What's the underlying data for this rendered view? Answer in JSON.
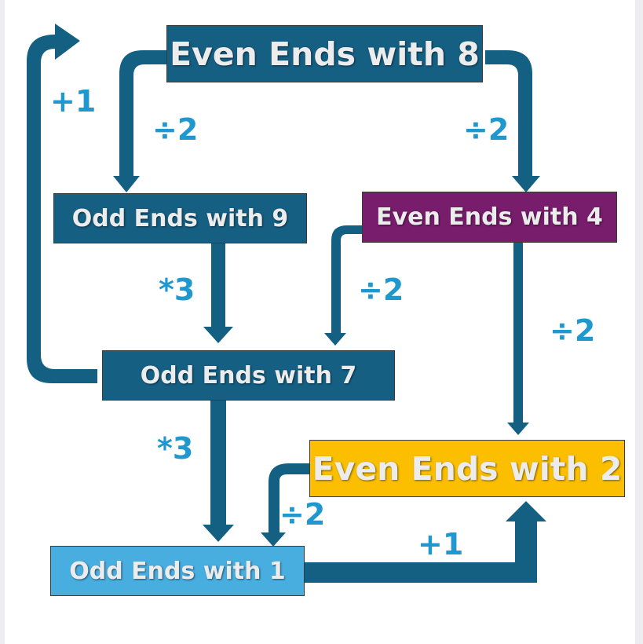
{
  "colors": {
    "arrow": "#136083",
    "dark_blue": "#155f83",
    "purple": "#781d6c",
    "gold": "#fbbf00",
    "light_blue": "#48aee0",
    "label": "#1f97cf"
  },
  "nodes": {
    "even8": "Even Ends with 8",
    "odd9": "Odd Ends with 9",
    "even4": "Even Ends with 4",
    "odd7": "Odd Ends with 7",
    "even2": "Even Ends with 2",
    "odd1": "Odd Ends with 1"
  },
  "edges": {
    "odd7_to_even8": "+1",
    "even8_to_odd9": "÷2",
    "even8_to_even4": "÷2",
    "odd9_to_odd7": "*3",
    "even4_to_odd7": "÷2",
    "even4_to_even2": "÷2",
    "odd7_to_odd1": "*3",
    "even2_to_odd1": "÷2",
    "odd1_to_even2": "+1"
  }
}
